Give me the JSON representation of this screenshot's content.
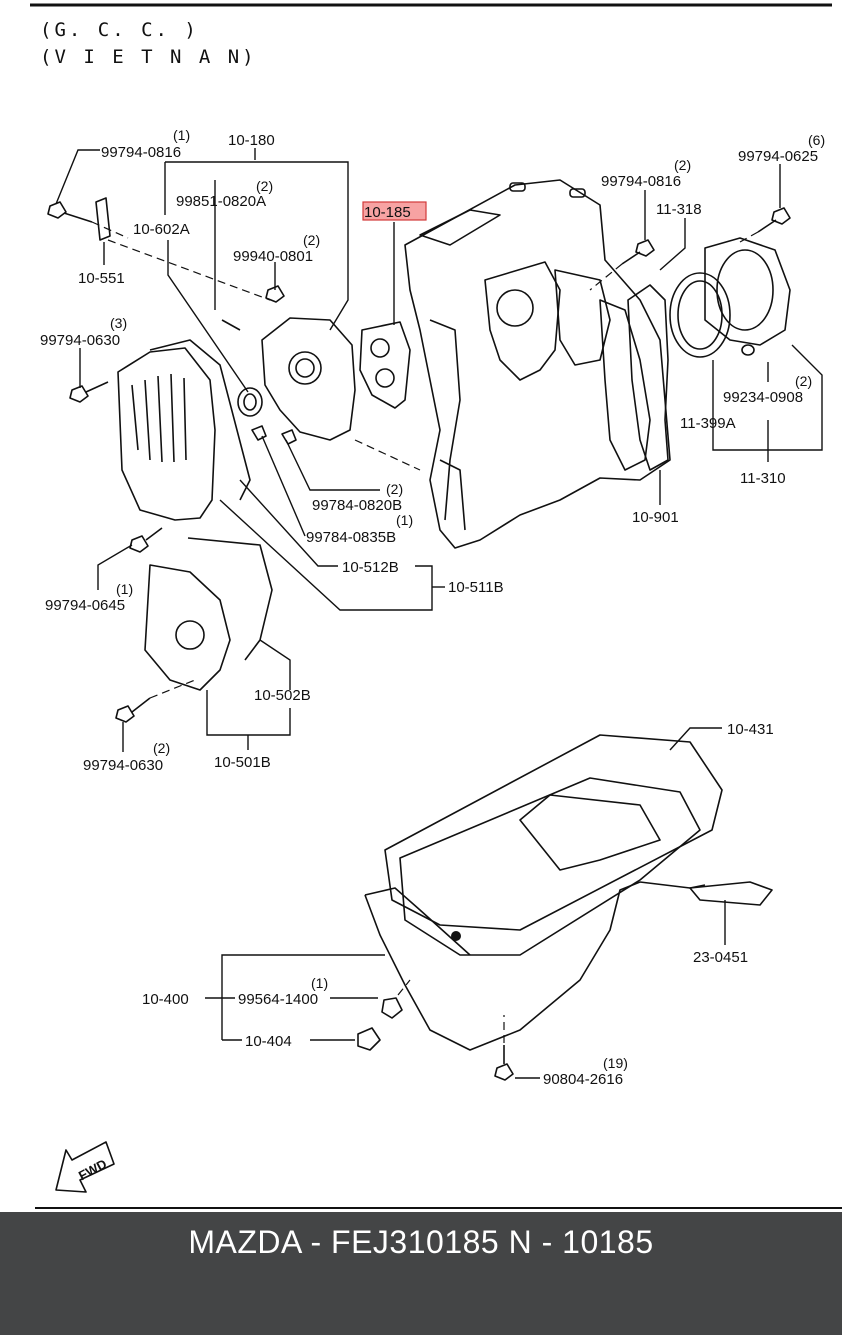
{
  "header": {
    "line1": "(G. C. C. )",
    "line2": "(V I E T N A N)"
  },
  "fwd_label": "FWD",
  "highlight_color": "#f7a3a3",
  "footer": {
    "caption": "MAZDA - FEJ310185   N - 10185",
    "background": "#444546"
  },
  "labels": [
    {
      "id": "10-180",
      "text": "10-180"
    },
    {
      "id": "99794-0816-a",
      "text": "99794-0816",
      "qty": "(1)"
    },
    {
      "id": "99851-0820A",
      "text": "99851-0820A",
      "qty": "(2)"
    },
    {
      "id": "10-602A",
      "text": "10-602A"
    },
    {
      "id": "99940-0801",
      "text": "99940-0801",
      "qty": "(2)"
    },
    {
      "id": "10-551",
      "text": "10-551"
    },
    {
      "id": "99794-0630-a",
      "text": "99794-0630",
      "qty": "(3)"
    },
    {
      "id": "10-185",
      "text": "10-185",
      "highlight": true
    },
    {
      "id": "99794-0816-b",
      "text": "99794-0816",
      "qty": "(2)"
    },
    {
      "id": "11-318",
      "text": "11-318"
    },
    {
      "id": "99794-0625",
      "text": "99794-0625",
      "qty": "(6)"
    },
    {
      "id": "99234-0908",
      "text": "99234-0908",
      "qty": "(2)"
    },
    {
      "id": "11-399A",
      "text": "11-399A"
    },
    {
      "id": "11-310",
      "text": "11-310"
    },
    {
      "id": "10-901",
      "text": "10-901"
    },
    {
      "id": "99784-0820B",
      "text": "99784-0820B",
      "qty": "(2)"
    },
    {
      "id": "99784-0835B",
      "text": "99784-0835B",
      "qty": "(1)"
    },
    {
      "id": "10-512B",
      "text": "10-512B"
    },
    {
      "id": "10-511B",
      "text": "10-511B"
    },
    {
      "id": "99794-0645",
      "text": "99794-0645",
      "qty": "(1)"
    },
    {
      "id": "10-502B",
      "text": "10-502B"
    },
    {
      "id": "10-501B",
      "text": "10-501B"
    },
    {
      "id": "99794-0630-b",
      "text": "99794-0630",
      "qty": "(2)"
    },
    {
      "id": "10-431",
      "text": "10-431"
    },
    {
      "id": "23-0451",
      "text": "23-0451"
    },
    {
      "id": "10-400",
      "text": "10-400"
    },
    {
      "id": "99564-1400",
      "text": "99564-1400",
      "qty": "(1)"
    },
    {
      "id": "10-404",
      "text": "10-404"
    },
    {
      "id": "90804-2616",
      "text": "90804-2616",
      "qty": "(19)"
    }
  ]
}
